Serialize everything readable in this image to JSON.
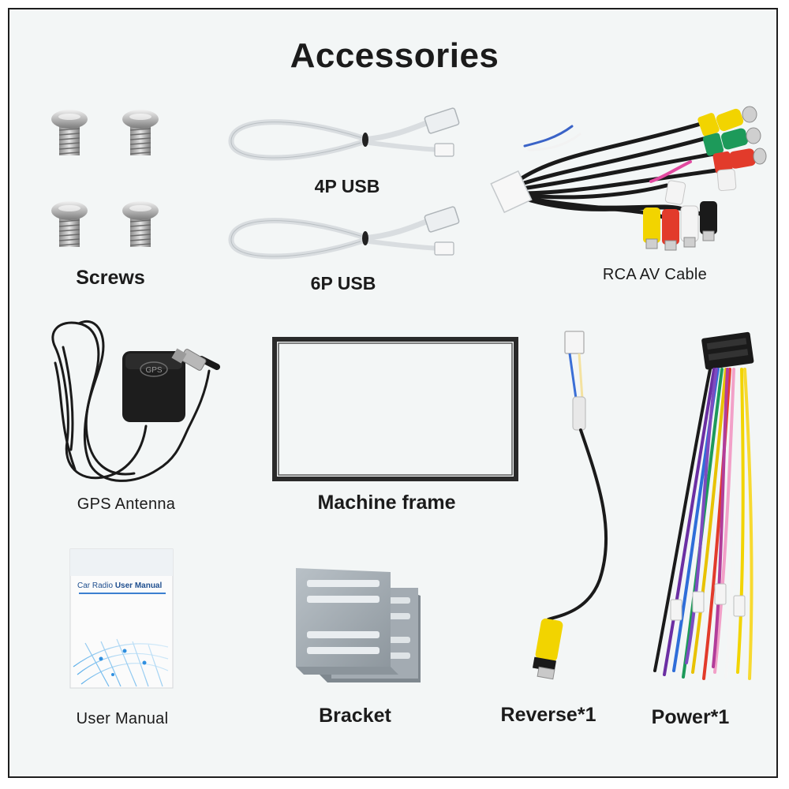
{
  "heading": "Accessories",
  "items": {
    "screws": "Screws",
    "usb4p": "4P USB",
    "usb6p": "6P USB",
    "rca": "RCA AV Cable",
    "gps": "GPS Antenna",
    "frame": "Machine frame",
    "manual": "User Manual",
    "bracket": "Bracket",
    "reverse": "Reverse*1",
    "power": "Power*1"
  },
  "manual_cover": {
    "prefix": "Car Radio ",
    "bold": "User Manual"
  },
  "gps_module_text": "GPS",
  "colors": {
    "background": "#f3f6f6",
    "border": "#1e1e1e",
    "text": "#1b1b1b",
    "rca_yellow": "#f2d400",
    "rca_red": "#e23b2b",
    "rca_green": "#1d9a5a",
    "rca_white": "#f4f4f4",
    "bracket_gray": "#9ea7ae"
  }
}
